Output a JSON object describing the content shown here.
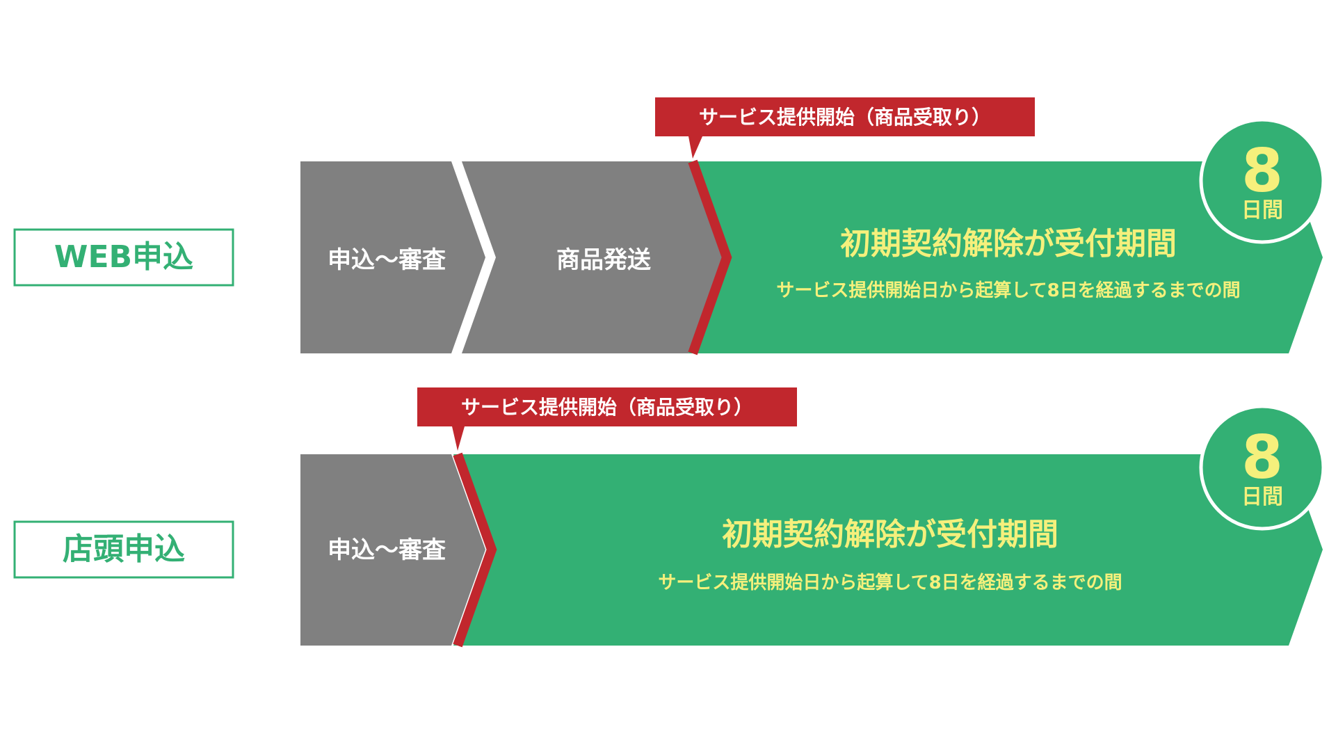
{
  "colors": {
    "green": "#33b074",
    "gray": "#808080",
    "red": "#c1272d",
    "yellow": "#f5f07c",
    "white": "#ffffff"
  },
  "rows": [
    {
      "label": "WEB申込",
      "steps": [
        "申込～審査",
        "商品発送"
      ],
      "callout": "サービス提供開始（商品受取り）",
      "period_title": "初期契約解除が受付期間",
      "period_note": "サービス提供開始日から起算して8日を経過するまでの間",
      "badge_number": "8",
      "badge_unit": "日間"
    },
    {
      "label": "店頭申込",
      "steps": [
        "申込～審査"
      ],
      "callout": "サービス提供開始（商品受取り）",
      "period_title": "初期契約解除が受付期間",
      "period_note": "サービス提供開始日から起算して8日を経過するまでの間",
      "badge_number": "8",
      "badge_unit": "日間"
    }
  ]
}
